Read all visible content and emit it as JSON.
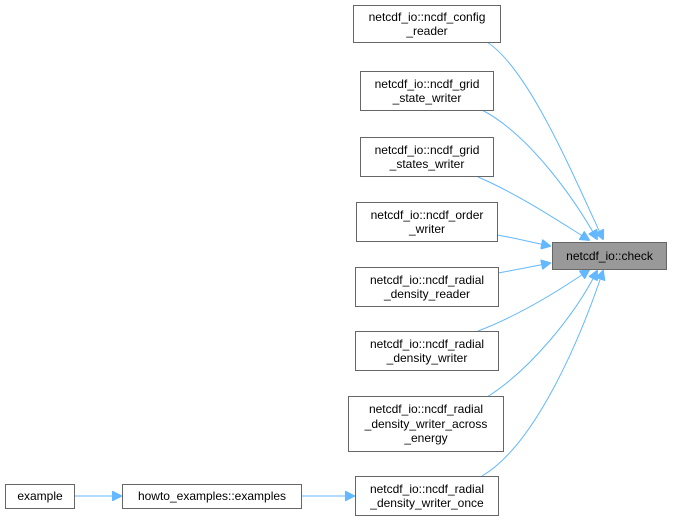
{
  "colors": {
    "edge": "#63b8ff",
    "node_border": "#666666",
    "focus_fill": "#999999",
    "node_fill": "#ffffff"
  },
  "focus": {
    "label": "netcdf_io::check"
  },
  "callers": [
    {
      "label": "netcdf_io::ncdf_config\n_reader"
    },
    {
      "label": "netcdf_io::ncdf_grid\n_state_writer"
    },
    {
      "label": "netcdf_io::ncdf_grid\n_states_writer"
    },
    {
      "label": "netcdf_io::ncdf_order\n_writer"
    },
    {
      "label": "netcdf_io::ncdf_radial\n_density_reader"
    },
    {
      "label": "netcdf_io::ncdf_radial\n_density_writer"
    },
    {
      "label": "netcdf_io::ncdf_radial\n_density_writer_across\n_energy"
    },
    {
      "label": "netcdf_io::ncdf_radial\n_density_writer_once"
    }
  ],
  "chain": [
    {
      "label": "example"
    },
    {
      "label": "howto_examples::examples"
    }
  ]
}
